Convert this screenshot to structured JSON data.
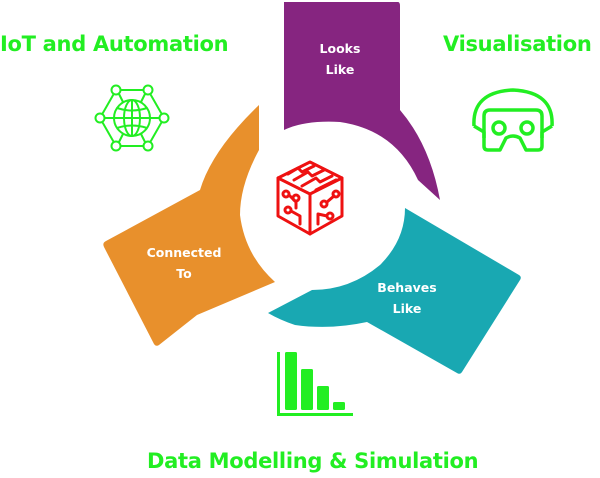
{
  "diagram": {
    "title": "Digital Twin",
    "center_icon": "circuit-cube-icon",
    "colors": {
      "heading_green": "#22ee22",
      "looks_like_purple": "#862580",
      "connected_to_orange": "#e8902c",
      "behaves_like_teal": "#19a8b2",
      "center_icon_red": "#ee1111",
      "segment_text": "#ffffff"
    },
    "segments": [
      {
        "id": "looks-like",
        "line1": "Looks",
        "line2": "Like",
        "color": "#862580"
      },
      {
        "id": "connected-to",
        "line1": "Connected",
        "line2": "To",
        "color": "#e8902c"
      },
      {
        "id": "behaves-like",
        "line1": "Behaves",
        "line2": "Like",
        "color": "#19a8b2"
      }
    ],
    "headings": {
      "iot": "IoT and Automation",
      "visualisation": "Visualisation",
      "data": "Data Modelling & Simulation"
    },
    "icons": {
      "iot": "network-globe-icon",
      "visualisation": "vr-headset-icon",
      "data": "bar-chart-icon"
    }
  }
}
